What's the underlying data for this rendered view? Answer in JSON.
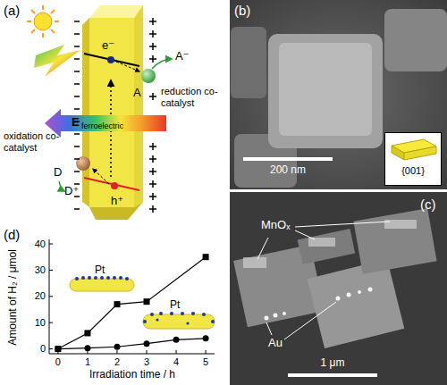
{
  "diagram": {
    "nodes": [
      {
        "text": [
          "{001}"
        ]
      }
    ],
    "labels": [
      "(a)",
      "e⁻",
      "A⁻",
      "A",
      "reduction co-catalyst",
      "oxidation co-catalyst",
      "D",
      "D⁺",
      "h⁺",
      "E",
      "ferroelectric",
      "(b)",
      "200 nm",
      "(c)",
      "MnOₓ",
      "Au",
      "1 μm",
      "(d)",
      "Amount of H₂ / μmol",
      "Irradiation time / h",
      "0",
      "10",
      "20",
      "30",
      "40",
      "0",
      "1",
      "2",
      "3",
      "4",
      "5",
      "Pt",
      "Pt"
    ]
  }
}
